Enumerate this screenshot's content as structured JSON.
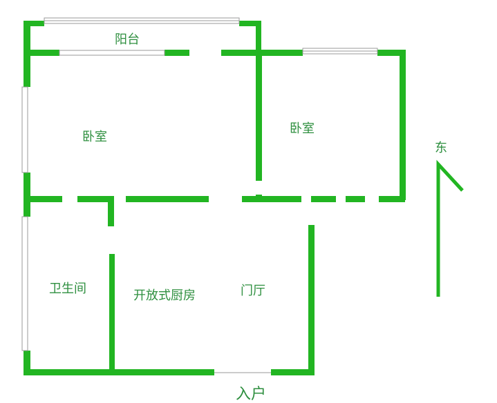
{
  "rooms": {
    "balcony": "阳台",
    "bedroom_left": "卧室",
    "bedroom_right": "卧室",
    "bathroom": "卫生间",
    "kitchen": "开放式厨房",
    "foyer": "门厅"
  },
  "entrance": "入户",
  "compass": {
    "label": "东",
    "icon": "north-arrow-icon"
  },
  "colors": {
    "wall": "#22b522",
    "label": "#2e8f3f",
    "window": "#9a9a9a"
  }
}
